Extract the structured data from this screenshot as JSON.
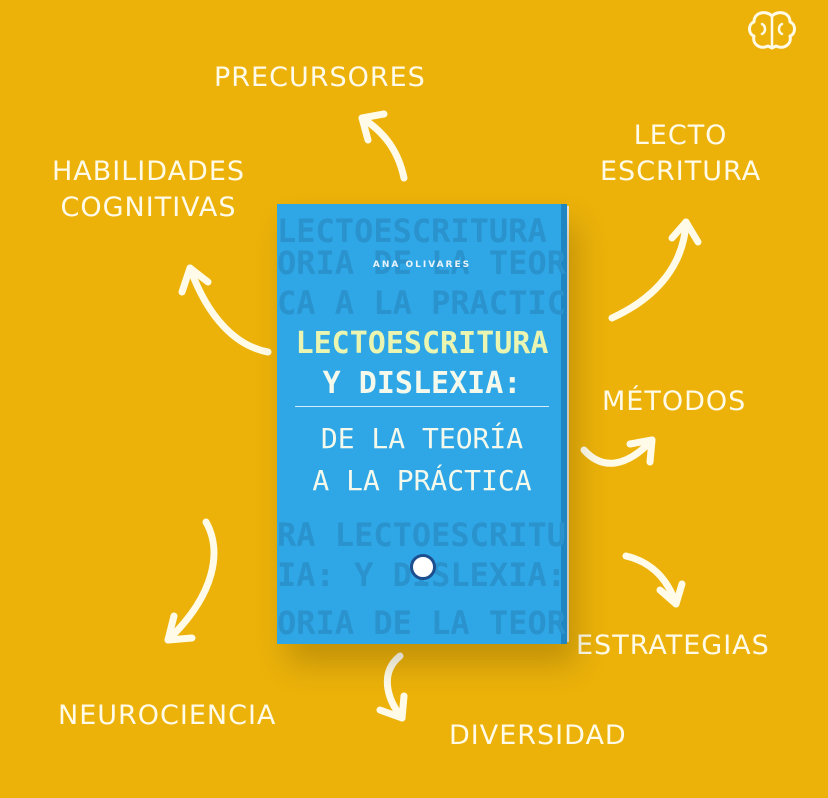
{
  "book": {
    "author": "ANA OLIVARES",
    "title_line1": "LECTOESCRITURA",
    "title_line2": "Y DISLEXIA:",
    "title_line3": "DE LA TEORÍA",
    "title_line4": "A LA PRÁCTICA",
    "cover_color": "#2fa7e6",
    "accent_color": "#e9f5b0"
  },
  "labels": {
    "precursores": "PRECURSORES",
    "habilidades_1": "HABILIDADES",
    "habilidades_2": "COGNITIVAS",
    "lecto_1": "LECTO",
    "lecto_2": "ESCRITURA",
    "metodos": "MÉTODOS",
    "estrategias": "ESTRATEGIAS",
    "diversidad": "DIVERSIDAD",
    "neurociencia": "NEUROCIENCIA"
  },
  "colors": {
    "background": "#ecb20a",
    "text": "#fffbe8"
  },
  "icons": {
    "logo": "brain-icon"
  }
}
